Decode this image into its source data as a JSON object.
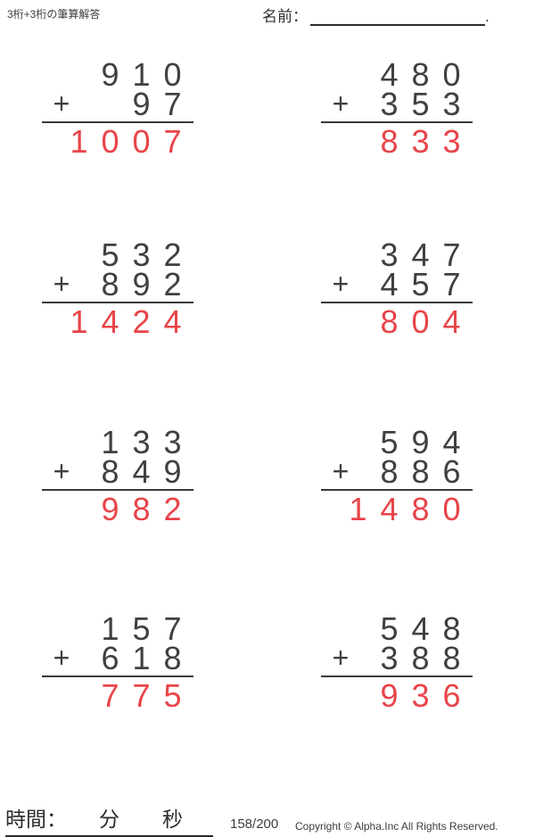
{
  "header": {
    "title": "3桁+3桁の筆算解答",
    "name_label": "名前：",
    "name_suffix": "."
  },
  "problems": [
    {
      "op1": "910",
      "operator": "+",
      "op2": "97",
      "answer": "1007"
    },
    {
      "op1": "480",
      "operator": "+",
      "op2": "353",
      "answer": "833"
    },
    {
      "op1": "532",
      "operator": "+",
      "op2": "892",
      "answer": "1424"
    },
    {
      "op1": "347",
      "operator": "+",
      "op2": "457",
      "answer": "804"
    },
    {
      "op1": "133",
      "operator": "+",
      "op2": "849",
      "answer": "982"
    },
    {
      "op1": "594",
      "operator": "+",
      "op2": "886",
      "answer": "1480"
    },
    {
      "op1": "157",
      "operator": "+",
      "op2": "618",
      "answer": "775"
    },
    {
      "op1": "548",
      "operator": "+",
      "op2": "388",
      "answer": "936"
    }
  ],
  "footer": {
    "time_label": "時間：",
    "minutes_label": "分",
    "seconds_label": "秒",
    "page_number": "158/200",
    "copyright": "Copyright © Alpha.Inc All Rights Reserved."
  },
  "colors": {
    "ink": "#404040",
    "answer_red": "#e84449",
    "rule_line": "#3a3a3a"
  }
}
